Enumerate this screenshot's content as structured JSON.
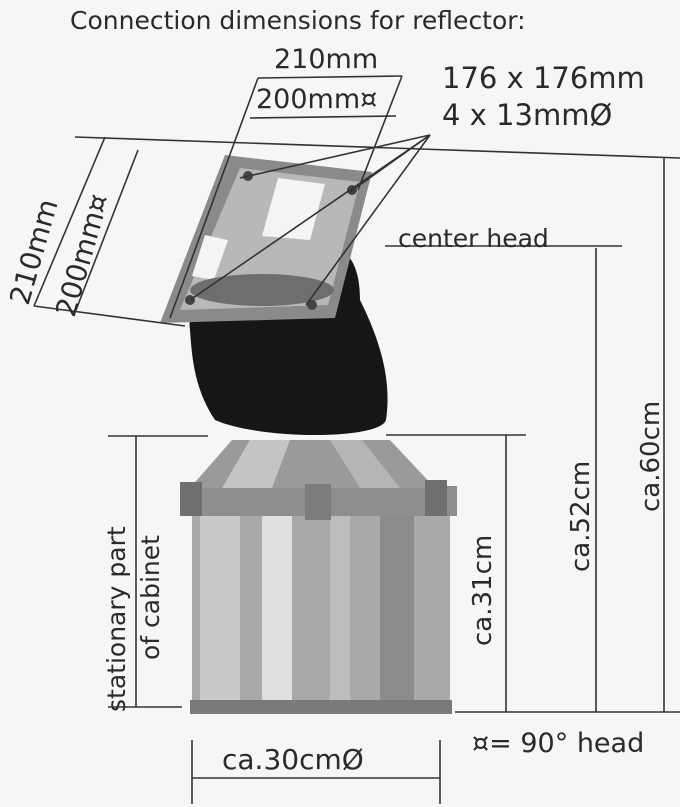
{
  "title": "Connection dimensions for reflector:",
  "dims": {
    "top_outer": "210mm",
    "top_inner": "200mm¤",
    "hole_pattern": "176 x 176mm",
    "holes": "4 x 13mmØ",
    "left_outer": "210mm",
    "left_inner": "200mm¤",
    "center_head": "center head",
    "height_31": "ca.31cm",
    "height_52": "ca.52cm",
    "height_60": "ca.60cm",
    "stationary_1": "stationary part",
    "stationary_2": "of cabinet",
    "base_diameter": "ca.30cmØ",
    "legend": "¤= 90° head"
  }
}
